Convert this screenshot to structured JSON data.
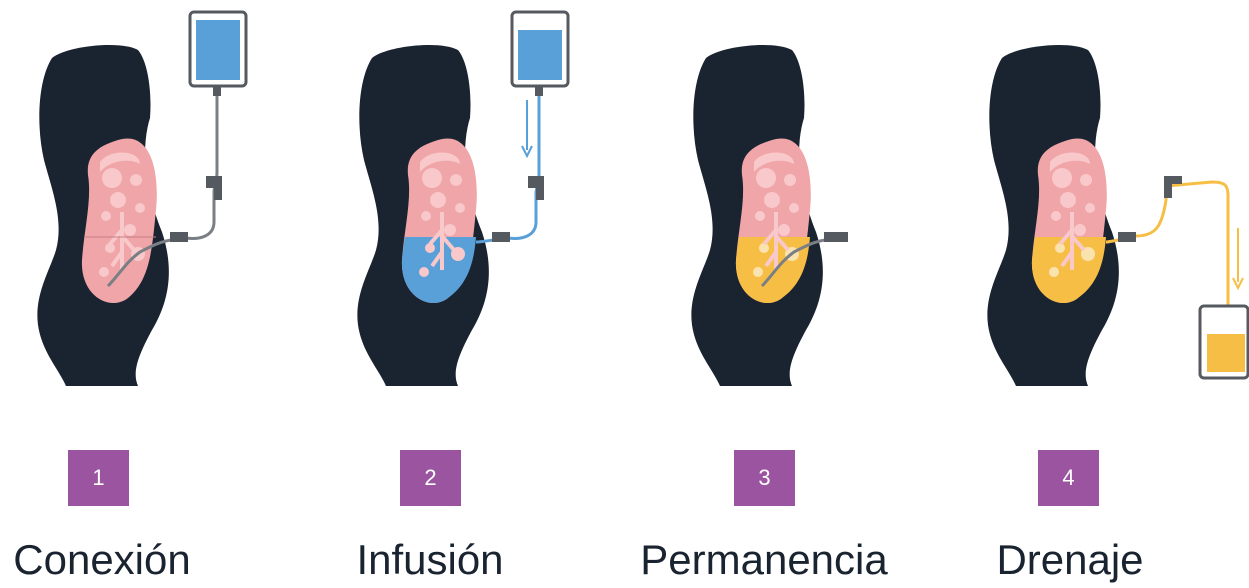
{
  "steps": [
    {
      "number": "1",
      "label": "Conexión",
      "fluid": "none"
    },
    {
      "number": "2",
      "label": "Infusión",
      "fluid": "blue"
    },
    {
      "number": "3",
      "label": "Permanencia",
      "fluid": "yellow"
    },
    {
      "number": "4",
      "label": "Drenaje",
      "fluid": "yellow"
    }
  ],
  "colors": {
    "body": "#1a2330",
    "badge": "#9b54a0",
    "organ": "#f0a5a8",
    "organ_light": "#f8c8ca",
    "dialysate": "#5aa0d8",
    "drainage": "#f7be45",
    "tube_gray": "#7a7f86",
    "bag_outline": "#555a60"
  }
}
